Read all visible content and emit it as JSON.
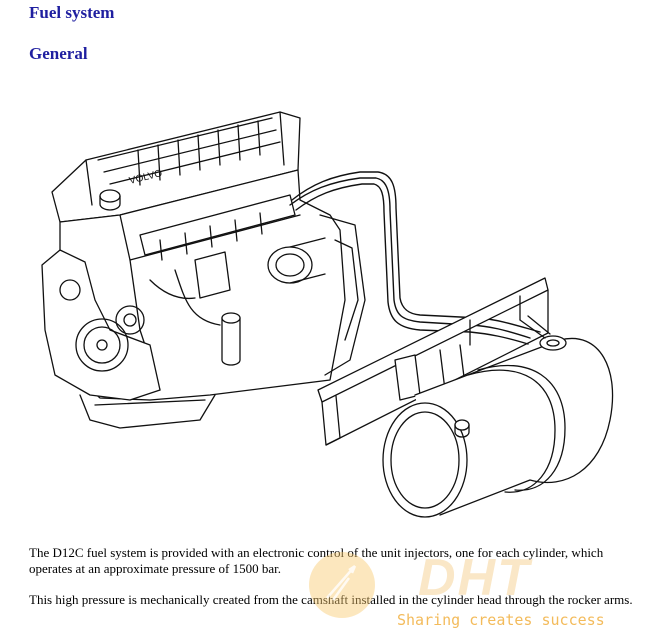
{
  "section_title": "Fuel system",
  "subsection_title": "General",
  "paragraphs": [
    "The D12C fuel system is provided with an electronic control of the unit injectors, one for each cylinder, which operates at an approximate pressure of 1500 bar.",
    "This high pressure is mechanically created from the camshaft installed in the cylinder head through the rocker arms."
  ],
  "watermark": {
    "logo_text": "DHT",
    "slogan": "Sharing creates success",
    "color": "#f2b44a"
  },
  "engine_badge": "VOLVO",
  "heading_color": "#1f1fa0"
}
